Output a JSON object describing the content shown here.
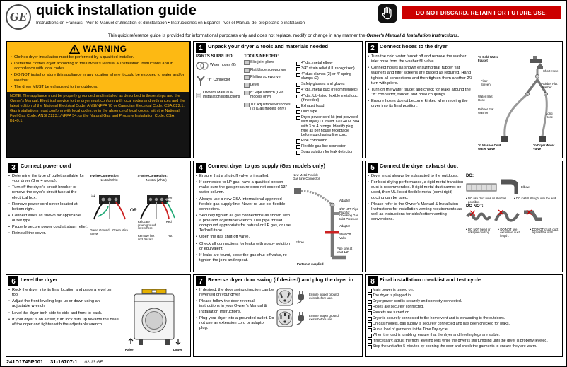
{
  "colors": {
    "banner_red": "#cc0000",
    "warning_yellow": "#fdb913",
    "note_black": "#141414",
    "redx": "#cc0000"
  },
  "icons": {
    "hand_icon": "stop-hand on black square",
    "warning_icon": "black outlined triangle with exclamation",
    "checkbox": "empty square",
    "ge_logo": "GE circle monogram"
  },
  "header": {
    "brand": "GE",
    "title": "quick installation guide",
    "subtitle": "Instructions en Français - Voir le Manuel d'utilisation et d'installation    •    Instrucciones en Español - Ver el Manual del propietario e instalación",
    "notice": "DO NOT DISCARD. RETAIN FOR FUTURE USE.",
    "disclaimer_pre": "This quick reference guide is provided for informational purposes only and does not replace, modify or change in any manner the ",
    "disclaimer_em": "Owner's Manual & Installation Instructions."
  },
  "warning": {
    "title": "WARNING",
    "items": [
      "Clothes dryer installation must be performed by a qualified installer.",
      "Install the clothes dryer according to the Owner's Manual & Installation Instructions and in accordance with local codes.",
      "DO NOT install or store this appliance in any location where it could be exposed to water and/or weather.",
      "The dryer MUST be exhausted to the outdoors."
    ],
    "note": "NOTE: The appliance must be properly grounded and installed as described in these steps and the Owner's Manual.  Electrical service to the dryer must conform with local codes and ordinances and the latest edition of the National Electrical Code, ANSI/NFPA 70 or Canadian Electrical Code, CSA C22.1.  Gas installations must conform with local codes, or in the absence of local codes, with the National Fuel Gas Code, ANSI Z223.1/NFPA 54, or the Natural Gas and Propane Installation Code, CSA B149.1."
  },
  "s1": {
    "num": "1",
    "title": "Unpack your dryer & tools and materials needed",
    "parts_heading": "PARTS SUPPLIED:",
    "tools_heading": "TOOLS NEEDED:",
    "parts": [
      "Water hoses (2)",
      "\"Y\" Connector",
      "Owner's Manual & Installation instructions"
    ],
    "tools": [
      "Slip-joint pliers",
      "Flat-blade screwdriver",
      "Phillips screwdriver",
      "Level",
      "8\" Pipe wrench (Gas models only)",
      "10\" Adjustable wrenches (2) (Gas models only)"
    ],
    "materials": [
      "4\" dia. metal elbow",
      "3/4\" strain relief (UL recognized)",
      "4\" duct clamps (2) or 4\" spring clamps (2)",
      "Safety glasses and gloves",
      "4\" dia. metal duct (recommended)",
      "4\" dia. UL-listed flexible metal duct (if needed)",
      "Exhaust hood",
      "Duct tape",
      "Dryer power cord kit (not provided with dryer) UL rated 120/240V, 30A with 3 or 4 prongs. Identify plug type as per house receptacle before purchasing line cord.",
      "Pipe compound",
      "Flexible gas line connector",
      "Soap solution for leak detection"
    ]
  },
  "s2": {
    "num": "2",
    "title": "Connect hoses to the dryer",
    "items": [
      "Turn the cold water faucet off and remove the washer inlet hose from the washer fill valve.",
      "Connect hoses as shown ensuring that rubber flat washers and filter screens are placed as required. Hand tighten all connections and then tighten them another 2/3 turn with pliers.",
      "Turn on the water faucet and check for leaks around the \"Y\" connector, faucet, and hose couplings.",
      "Ensure hoses do not become kinked when moving the dryer into its final position."
    ],
    "labels": {
      "faucet": "To Cold Water Faucet",
      "short_hose": "Short Hose",
      "rubber_washer_1": "Rubber Flat Washer",
      "filter_screen": "Filter Screen",
      "inlet_hose": "Water Inlet Hose",
      "rubber_washer_2": "Rubber Flat Washer",
      "long_hose": "Long Hose",
      "washer_valve": "To Washer Cold Water Valve",
      "dryer_valve": "To Dryer Water Valve"
    }
  },
  "s3": {
    "num": "3",
    "title": "Connect power cord",
    "items": [
      "Determine the type of outlet available for your dryer (3 or 4 prong).",
      "Turn off the dryer's circuit breaker or remove the dryer's circuit fuse at the electrical box.",
      "Remove power cord cover located at bottom right.",
      "Connect wires as shown for applicable outlet type.",
      "Properly secure power cord at strain relief.",
      "Reinstall the cover."
    ],
    "labels": {
      "three_wire": "3-Wire Connection:",
      "four_wire": "4-Wire Connection:",
      "or": "OR",
      "neutral_3": "Neutral White",
      "link": "Link",
      "green_screw": "Green Ground Screw",
      "green_wire_3": "Green Wire",
      "neutral_4": "Neutral (White)",
      "green_wire_4": "Green Wire",
      "relocate": "Relocate green ground screw here.",
      "red": "Red",
      "hot": "Hot",
      "remove_link": "Remove link and discard."
    }
  },
  "s4": {
    "num": "4",
    "title": "Connect dryer to gas supply (Gas models only)",
    "items": [
      "Ensure that a shut-off valve is installed.",
      "If connected to LP gas, have a qualified person make sure the gas pressure does not exceed 13\" water column.",
      "Always use a new CSA International approved flexible gas supply line. Never re-use old flexible connectors.",
      "Securely tighten all gas connections as shown with a pipe and adjustable wrench. Use pipe thread compound appropriate for natural or LP gas, or use Teflon® tape.",
      "Open the gas shut-off valve.",
      "Check all connections for leaks with soapy solution or equivalent.",
      "If leaks are found, close the gas shut-off valve, re-tighten the joint and repeat."
    ],
    "labels": {
      "connector": "New Metal Flexible Gas Line Connector",
      "adapter_1": "Adapter",
      "plug": "1/8\" NPT Pipe Plug for Checking Gas Inlet Pressure",
      "elbow": "Elbow",
      "adapter_2": "Adapter",
      "shutoff": "Shut-Off Valve",
      "pipe_size": "Pipe size at least 1/2\"",
      "not_supplied": "Parts not supplied"
    }
  },
  "s5": {
    "num": "5",
    "title": "Connect the dryer exhaust duct",
    "items": [
      "Dryer must always be exhausted to the outdoors.",
      "For best drying performance, a rigid metal transition duct is recommended. If rigid metal duct cannot be used, then UL-listed flexible metal (semi-rigid) ducting can be used.",
      "Please refer to the Owner's Manual & Installation Instructions for installation venting requirements as well as instructions for side/bottom venting conversions."
    ],
    "do_heading": "DO:",
    "dont_heading": "DO NOT:",
    "elbow_label": "Elbow",
    "do_items": [
      "DO use duct runs as short as possible.",
      "DO install straight into the wall."
    ],
    "dont_items": [
      "DO NOT bend or collapse ducting.",
      "DO NOT use excessive duct length.",
      "DO NOT crush duct against the wall."
    ]
  },
  "s6": {
    "num": "6",
    "title": "Level the dryer",
    "items": [
      "Rock the dryer into its final location and place a level on top.",
      "Adjust the front leveling legs up or down using an adjustable wrench.",
      "Level the dryer both side-to-side and front-to-back.",
      "If your dryer is on a riser, turn lock nuts up towards the base of the dryer and tighten with the adjustable wrench."
    ],
    "labels": {
      "raise": "Raise",
      "lower": "Lower"
    }
  },
  "s7": {
    "num": "7",
    "title": "Reverse dryer door swing (if desired) and plug the dryer in",
    "items": [
      "If desired, the door swing direction can be reversed on your dryer.",
      "Please follow the door reversal instructions in your Owner's Manual & Installation Instructions.",
      "Plug your dryer into a grounded outlet. Do not use an extension cord or adaptor plug."
    ],
    "labels": {
      "ground_note_1": "Ensure proper ground exists before use.",
      "ground_note_2": "Ensure proper ground exists before use."
    }
  },
  "s8": {
    "num": "8",
    "title": "Final installation checklist and test cycle",
    "items": [
      "Main power is turned on.",
      "The dryer is plugged in.",
      "Dryer power cord is securely and correctly connected.",
      "Hoses are securely connected.",
      "Faucets are turned on.",
      "Dryer is securely connected to the home vent and is exhausting to the outdoors.",
      "On gas models, gas supply is securely connected and has been checked for leaks.",
      "Run a load of garments in the Time Dry cycle.",
      "When the load is tumbling, ensure that the dryer and leveling legs are stable.",
      "If necessary, adjust the front leveling legs while the dryer is still tumbling until the dryer is properly leveled.",
      "Stop the unit after 5 minutes by opening the door and check the garments to ensure they are warm."
    ]
  },
  "footer": {
    "part_number": "241D1745P001",
    "doc_number": "31-16707-1",
    "date_code": "02-13 GE"
  }
}
